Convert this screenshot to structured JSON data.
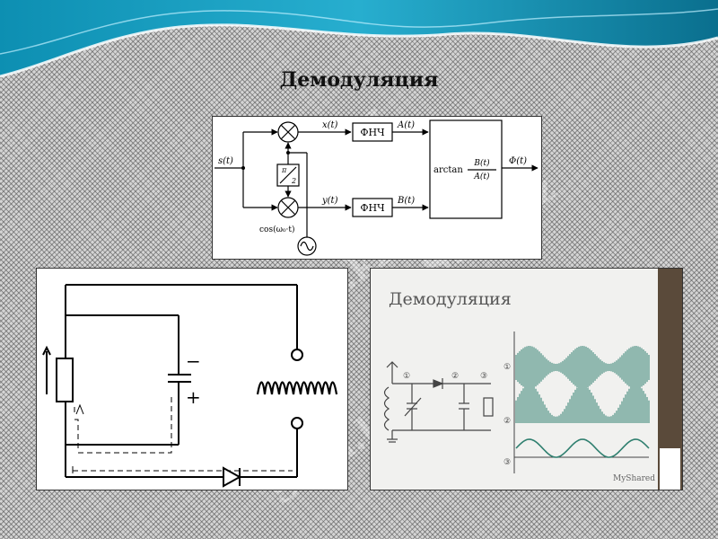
{
  "slide": {
    "title": "Демодуляция",
    "watermark": "Stud.kz"
  },
  "block_diagram": {
    "input_label": "s(t)",
    "upper_signal": "x(t)",
    "lower_signal": "y(t)",
    "lpf_label": "ФНЧ",
    "upper_output": "A(t)",
    "lower_output": "B(t)",
    "arctan_prefix": "arctan",
    "arctan_num": "B(t)",
    "arctan_den": "A(t)",
    "output_label": "Φ(t)",
    "phase_shift_num": "π",
    "phase_shift_den": "2",
    "oscillator_label": "cos(ω₀·t)"
  },
  "circuit_photo": {
    "heading": "Демодуляция",
    "node_labels": [
      "①",
      "②",
      "③"
    ],
    "credit": "MyShared"
  },
  "colors": {
    "banner_dark": "#0a7a9a",
    "banner_light": "#2fb6d6",
    "waveform": "#2f7f6f"
  }
}
